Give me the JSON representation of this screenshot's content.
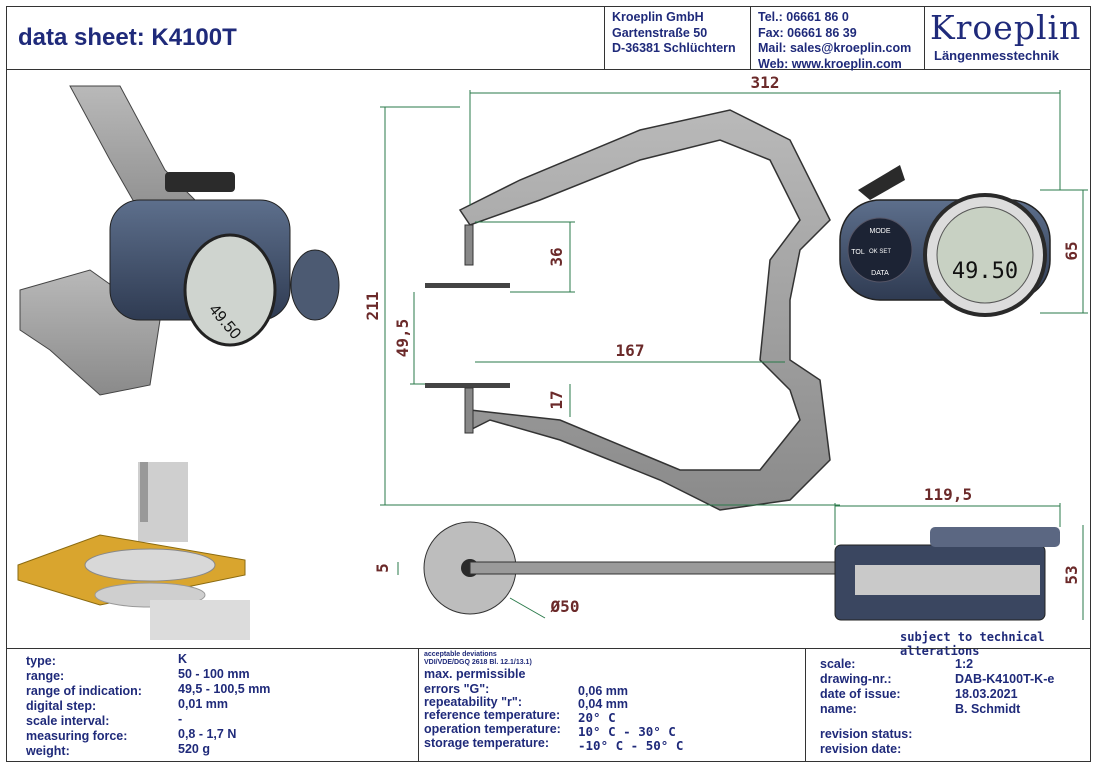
{
  "header": {
    "title": "data sheet:  K4100T",
    "company": [
      "Kroeplin GmbH",
      "Gartenstraße 50",
      "D-36381 Schlüchtern"
    ],
    "contact": [
      "Tel.:  06661 86 0",
      "Fax:  06661 86 39",
      "Mail: sales@kroeplin.com",
      "Web: www.kroeplin.com"
    ],
    "logo_text": "Kroeplin",
    "logo_sub": "Längenmesstechnik"
  },
  "drawing": {
    "dims": {
      "width_total": "312",
      "height_total": "211",
      "upper_contact": "36",
      "gap": "49,5",
      "inner_depth": "167",
      "lower_contact": "17",
      "dial_height": "65",
      "head_width": "119,5",
      "head_depth": "53",
      "thickness": "5",
      "disc_diameter": "Ø50"
    },
    "display": {
      "reading": "49.50",
      "buttons": [
        "MODE",
        "TOL",
        "OK SET",
        "DATA"
      ]
    },
    "note": "subject to technical alterations"
  },
  "specs_left": {
    "labels": [
      "type:",
      "range:",
      "range of indication:",
      "digital step:",
      "scale interval:",
      "measuring force:",
      "weight:"
    ],
    "values": [
      "K",
      "50 - 100 mm",
      "49,5 - 100,5 mm",
      "0,01 mm",
      "-",
      "0,8 - 1,7 N",
      "520 g"
    ]
  },
  "specs_mid": {
    "heading1": "acceptable deviations",
    "heading2": "VDI/VDE/DGQ 2618 Bl. 12.1/13.1)",
    "heading3": "max. permissible",
    "labels": [
      "errors \"G\":",
      "repeatability \"r\":",
      "reference temperature:",
      "operation temperature:",
      "storage temperature:"
    ],
    "values": [
      "0,06 mm",
      "0,04 mm",
      "20° C",
      "10° C - 30° C",
      "-10° C - 50° C"
    ]
  },
  "specs_right": {
    "labels": [
      "scale:",
      "drawing-nr.:",
      "date of issue:",
      "name:",
      "",
      "revision status:",
      "revision date:"
    ],
    "values": [
      "1:2",
      "DAB-K4100T-K-e",
      "18.03.2021",
      "B. Schmidt",
      "",
      "",
      ""
    ]
  },
  "colors": {
    "frame": "#333333",
    "text": "#1f2a7a",
    "dim": "#6b2a2a",
    "steel": "#9a9a9a",
    "dimline": "#2a7a4a"
  }
}
